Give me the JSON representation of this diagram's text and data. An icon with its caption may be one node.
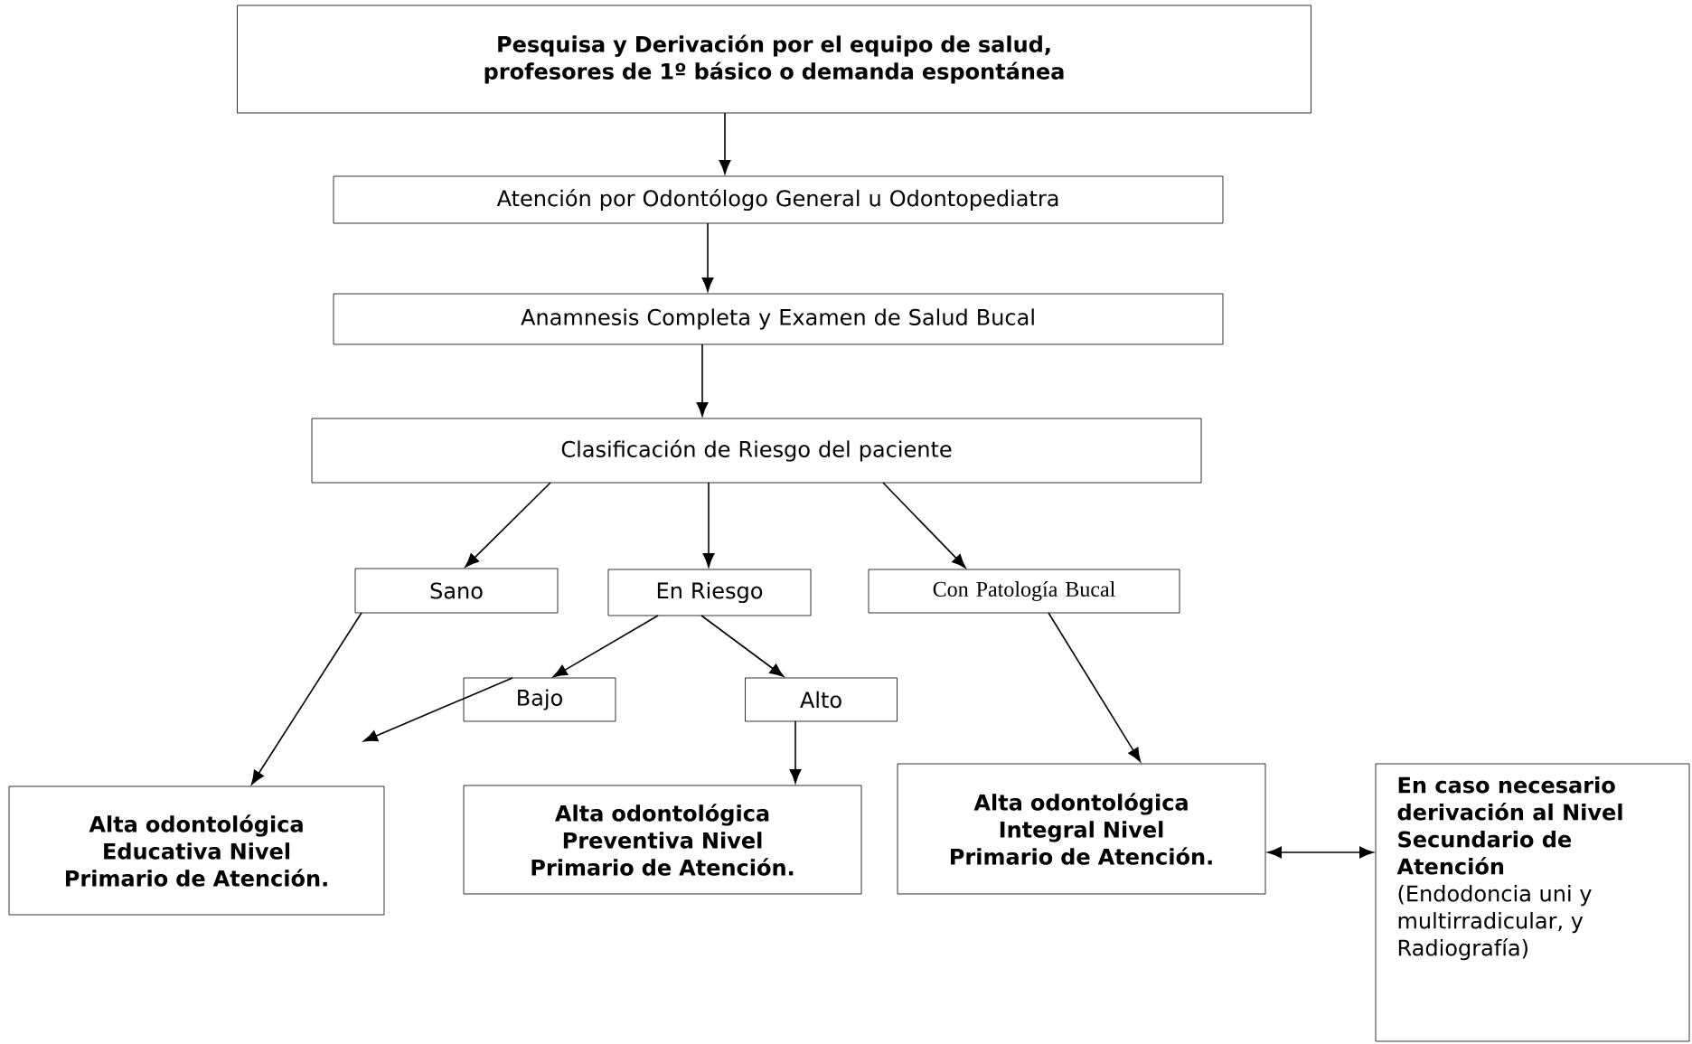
{
  "diagram": {
    "nodes": [
      {
        "text": [
          "Pesquisa  y Derivación por el equipo de salud, profesores de 1º básico o demanda espontánea"
        ]
      },
      {
        "text": [
          "Atención por Odontólogo General u Odontopediatra"
        ]
      },
      {
        "text": [
          "Anamnesis Completa y Examen de Salud Bucal"
        ]
      },
      {
        "text": [
          "Clasificación de Riesgo del paciente"
        ]
      },
      {
        "text": [
          "Sano"
        ]
      },
      {
        "text": [
          "En Riesgo"
        ]
      },
      {
        "text": [
          "Con Patología Bucal"
        ]
      },
      {
        "text": [
          "Bajo"
        ]
      },
      {
        "text": [
          "Alto"
        ]
      },
      {
        "text": [
          "Alta odontológica Educativa Nivel Primario de Atención."
        ]
      },
      {
        "text": [
          "Alta odontológica Preventiva Nivel Primario de Atención."
        ]
      },
      {
        "text": [
          "Alta odontológica Integral Nivel Primario de Atención."
        ]
      },
      {
        "text": [
          "En caso necesario derivación al Nivel Secundario de Atención",
          "(Endodoncia uni y multirradicular, y Radiografía)"
        ]
      }
    ],
    "edges": [
      {
        "from": 0,
        "to": 1,
        "arrow": "to"
      },
      {
        "from": 1,
        "to": 2,
        "arrow": "to"
      },
      {
        "from": 2,
        "to": 3,
        "arrow": "to"
      },
      {
        "from": 3,
        "to": 4,
        "arrow": "to"
      },
      {
        "from": 3,
        "to": 5,
        "arrow": "to"
      },
      {
        "from": 3,
        "to": 6,
        "arrow": "to"
      },
      {
        "from": 5,
        "to": 7,
        "arrow": "to"
      },
      {
        "from": 5,
        "to": 8,
        "arrow": "to"
      },
      {
        "from": 4,
        "to": 9,
        "arrow": "to"
      },
      {
        "from": 7,
        "to": null,
        "arrow": "to"
      },
      {
        "from": 8,
        "to": 10,
        "arrow": "to"
      },
      {
        "from": 6,
        "to": 11,
        "arrow": "to"
      },
      {
        "from": 11,
        "to": 12,
        "arrow": "both"
      }
    ]
  }
}
